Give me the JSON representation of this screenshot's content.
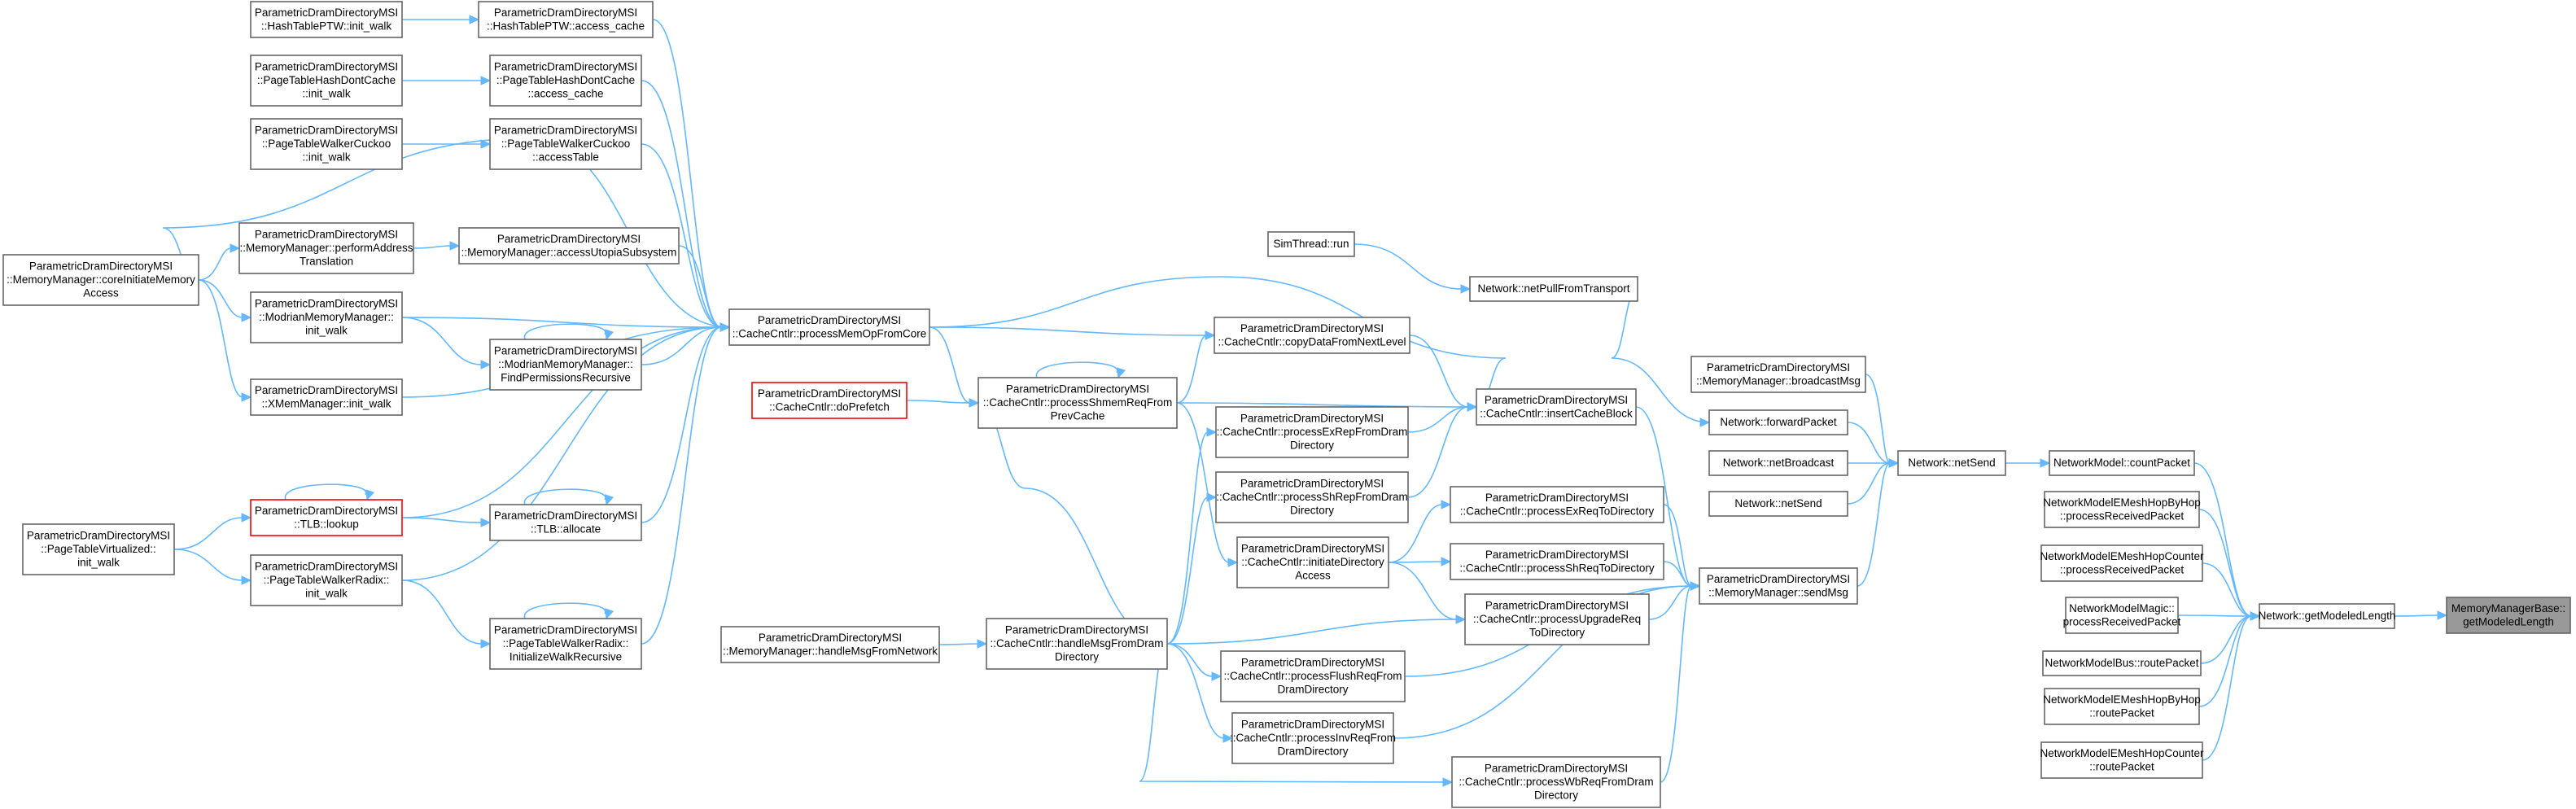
{
  "nodes": [
    {
      "id": "hashptw_init",
      "lines": [
        "ParametricDramDirectoryMSI",
        "::HashTablePTW::init_walk"
      ]
    },
    {
      "id": "hashptw_access",
      "lines": [
        "ParametricDramDirectoryMSI",
        "::HashTablePTW::access_cache"
      ]
    },
    {
      "id": "pthdc_init",
      "lines": [
        "ParametricDramDirectoryMSI",
        "::PageTableHashDontCache",
        "::init_walk"
      ]
    },
    {
      "id": "pthdc_access",
      "lines": [
        "ParametricDramDirectoryMSI",
        "::PageTableHashDontCache",
        "::access_cache"
      ]
    },
    {
      "id": "ptwc_init",
      "lines": [
        "ParametricDramDirectoryMSI",
        "::PageTableWalkerCuckoo",
        "::init_walk"
      ]
    },
    {
      "id": "ptwc_access",
      "lines": [
        "ParametricDramDirectoryMSI",
        "::PageTableWalkerCuckoo",
        "::accessTable"
      ]
    },
    {
      "id": "mm_core",
      "lines": [
        "ParametricDramDirectoryMSI",
        "::MemoryManager::coreInitiateMemory",
        "Access"
      ]
    },
    {
      "id": "mm_perform",
      "lines": [
        "ParametricDramDirectoryMSI",
        "::MemoryManager::performAddress",
        "Translation"
      ]
    },
    {
      "id": "mm_utopia",
      "lines": [
        "ParametricDramDirectoryMSI",
        "::MemoryManager::accessUtopiaSubsystem"
      ]
    },
    {
      "id": "modrian_init",
      "lines": [
        "ParametricDramDirectoryMSI",
        "::ModrianMemoryManager::",
        "init_walk"
      ]
    },
    {
      "id": "modrian_find",
      "lines": [
        "ParametricDramDirectoryMSI",
        "::ModrianMemoryManager::",
        "FindPermissionsRecursive"
      ]
    },
    {
      "id": "xmem_init",
      "lines": [
        "ParametricDramDirectoryMSI",
        "::XMemManager::init_walk"
      ]
    },
    {
      "id": "tlb_lookup",
      "lines": [
        "ParametricDramDirectoryMSI",
        "::TLB::lookup"
      ],
      "red": true
    },
    {
      "id": "tlb_allocate",
      "lines": [
        "ParametricDramDirectoryMSI",
        "::TLB::allocate"
      ]
    },
    {
      "id": "ptv_init",
      "lines": [
        "ParametricDramDirectoryMSI",
        "::PageTableVirtualized::",
        "init_walk"
      ]
    },
    {
      "id": "ptwr_init",
      "lines": [
        "ParametricDramDirectoryMSI",
        "::PageTableWalkerRadix::",
        "init_walk"
      ]
    },
    {
      "id": "ptwr_recursive",
      "lines": [
        "ParametricDramDirectoryMSI",
        "::PageTableWalkerRadix::",
        "InitializeWalkRecursive"
      ]
    },
    {
      "id": "cc_memop",
      "lines": [
        "ParametricDramDirectoryMSI",
        "::CacheCntlr::processMemOpFromCore"
      ]
    },
    {
      "id": "cc_prefetch",
      "lines": [
        "ParametricDramDirectoryMSI",
        "::CacheCntlr::doPrefetch"
      ],
      "red": true
    },
    {
      "id": "cc_shmem",
      "lines": [
        "ParametricDramDirectoryMSI",
        "::CacheCntlr::processShmemReqFrom",
        "PrevCache"
      ]
    },
    {
      "id": "mm_handle",
      "lines": [
        "ParametricDramDirectoryMSI",
        "::MemoryManager::handleMsgFromNetwork"
      ]
    },
    {
      "id": "cc_handle",
      "lines": [
        "ParametricDramDirectoryMSI",
        "::CacheCntlr::handleMsgFromDram",
        "Directory"
      ]
    },
    {
      "id": "simthread",
      "lines": [
        "SimThread::run"
      ]
    },
    {
      "id": "cc_copy",
      "lines": [
        "ParametricDramDirectoryMSI",
        "::CacheCntlr::copyDataFromNextLevel"
      ]
    },
    {
      "id": "cc_exrep",
      "lines": [
        "ParametricDramDirectoryMSI",
        "::CacheCntlr::processExRepFromDram",
        "Directory"
      ]
    },
    {
      "id": "cc_shrep",
      "lines": [
        "ParametricDramDirectoryMSI",
        "::CacheCntlr::processShRepFromDram",
        "Directory"
      ]
    },
    {
      "id": "cc_initdir",
      "lines": [
        "ParametricDramDirectoryMSI",
        "::CacheCntlr::initiateDirectory",
        "Access"
      ]
    },
    {
      "id": "cc_flush",
      "lines": [
        "ParametricDramDirectoryMSI",
        "::CacheCntlr::processFlushReqFrom",
        "DramDirectory"
      ]
    },
    {
      "id": "cc_inv",
      "lines": [
        "ParametricDramDirectoryMSI",
        "::CacheCntlr::processInvReqFrom",
        "DramDirectory"
      ]
    },
    {
      "id": "net_pull",
      "lines": [
        "Network::netPullFromTransport"
      ]
    },
    {
      "id": "cc_insert",
      "lines": [
        "ParametricDramDirectoryMSI",
        "::CacheCntlr::insertCacheBlock"
      ]
    },
    {
      "id": "cc_exreq",
      "lines": [
        "ParametricDramDirectoryMSI",
        "::CacheCntlr::processExReqToDirectory"
      ]
    },
    {
      "id": "cc_shreq",
      "lines": [
        "ParametricDramDirectoryMSI",
        "::CacheCntlr::processShReqToDirectory"
      ]
    },
    {
      "id": "cc_upgrade",
      "lines": [
        "ParametricDramDirectoryMSI",
        "::CacheCntlr::processUpgradeReq",
        "ToDirectory"
      ]
    },
    {
      "id": "cc_wbreq",
      "lines": [
        "ParametricDramDirectoryMSI",
        "::CacheCntlr::processWbReqFromDram",
        "Directory"
      ]
    },
    {
      "id": "mm_broadcast",
      "lines": [
        "ParametricDramDirectoryMSI",
        "::MemoryManager::broadcastMsg"
      ]
    },
    {
      "id": "net_forward",
      "lines": [
        "Network::forwardPacket"
      ]
    },
    {
      "id": "net_broadcast",
      "lines": [
        "Network::netBroadcast"
      ]
    },
    {
      "id": "net_send_plain",
      "lines": [
        "Network::netSend"
      ]
    },
    {
      "id": "mm_sendmsg",
      "lines": [
        "ParametricDramDirectoryMSI",
        "::MemoryManager::sendMsg"
      ]
    },
    {
      "id": "net_send",
      "lines": [
        "Network::netSend"
      ]
    },
    {
      "id": "nm_count",
      "lines": [
        "NetworkModel::countPacket"
      ]
    },
    {
      "id": "nme_hopbyhop_recv",
      "lines": [
        "NetworkModelEMeshHopByHop",
        "::processReceivedPacket"
      ]
    },
    {
      "id": "nme_counter_recv",
      "lines": [
        "NetworkModelEMeshHopCounter",
        "::processReceivedPacket"
      ]
    },
    {
      "id": "nm_magic_recv",
      "lines": [
        "NetworkModelMagic::",
        "processReceivedPacket"
      ]
    },
    {
      "id": "nm_bus_route",
      "lines": [
        "NetworkModelBus::routePacket"
      ]
    },
    {
      "id": "nme_hopbyhop_route",
      "lines": [
        "NetworkModelEMeshHopByHop",
        "::routePacket"
      ]
    },
    {
      "id": "nme_counter_route",
      "lines": [
        "NetworkModelEMeshHopCounter",
        "::routePacket"
      ]
    },
    {
      "id": "net_getlen",
      "lines": [
        "Network::getModeledLength"
      ]
    },
    {
      "id": "mmb_getlen",
      "lines": [
        "MemoryManagerBase::",
        "getModeledLength"
      ],
      "focus": true
    }
  ]
}
